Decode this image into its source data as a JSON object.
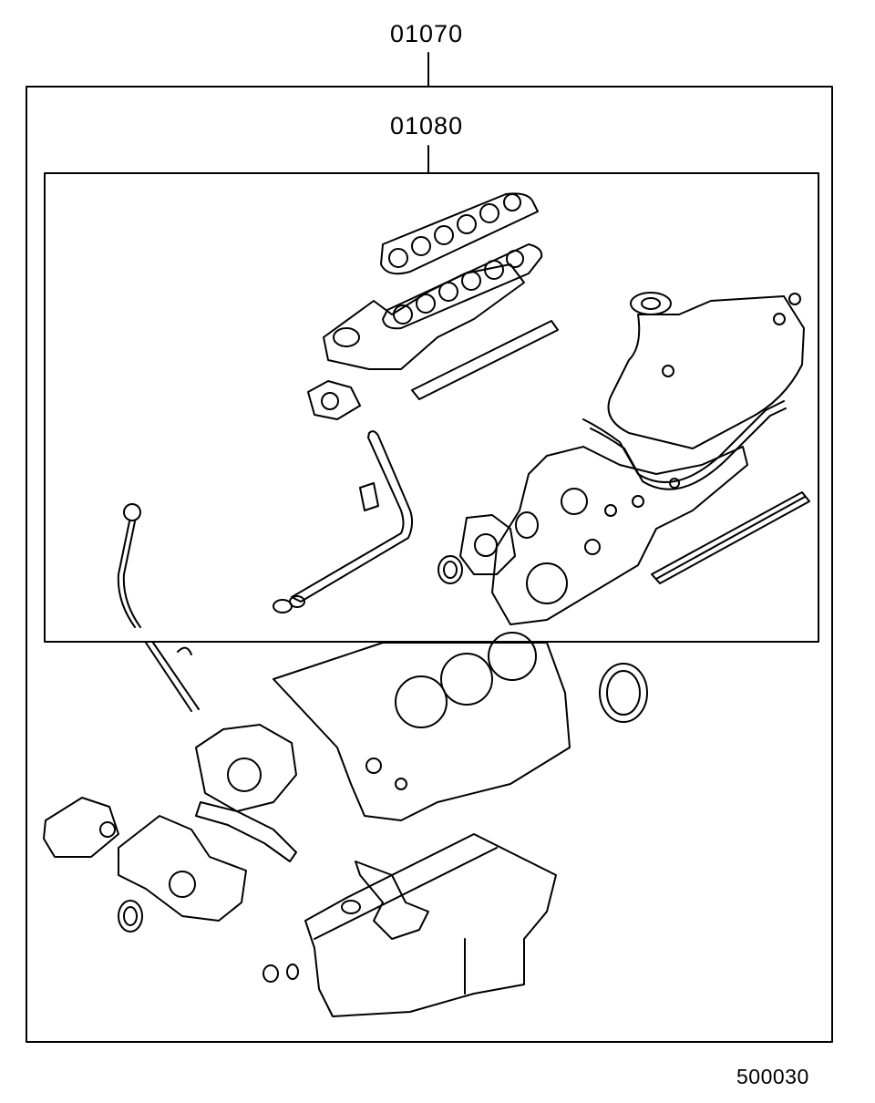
{
  "diagram": {
    "outer_kit_label": "01070",
    "inner_kit_label": "01080",
    "reference_number": "500030"
  }
}
